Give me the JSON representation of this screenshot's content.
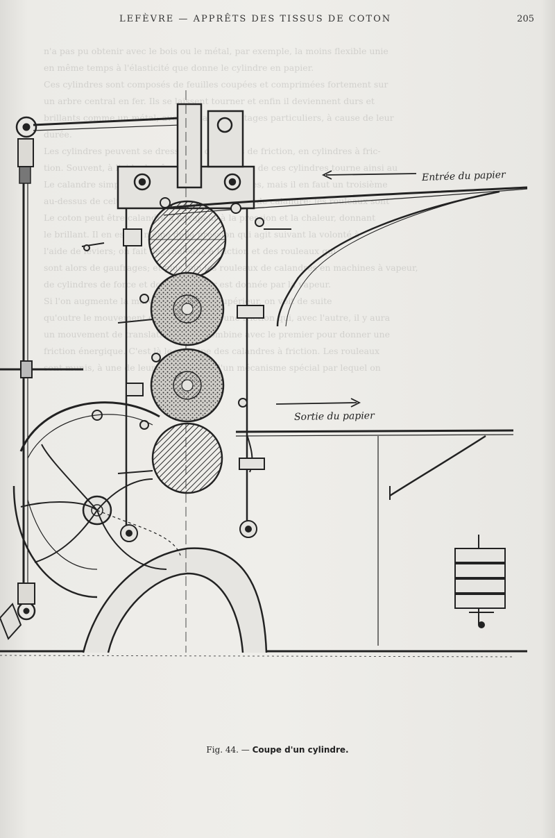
{
  "running_head": {
    "title": "LEFÈVRE — APPRÊTS DES TISSUS DE COTON",
    "page_number": "205"
  },
  "figure": {
    "label_entree": "Entrée du papier",
    "label_sortie": "Sortie du papier",
    "caption_number": "Fig. 44. —",
    "caption_title": "Coupe d'un cylindre."
  },
  "bleed_through": [
    "n'a pas pu obtenir avec le bois ou le métal, par exemple, la moins flexible unie",
    "en même temps à l'élasticité que donne le cylindre en papier.",
    "Ces cylindres sont composés de feuilles coupées et comprimées fortement sur",
    "un arbre central en fer. Ils se laissent tourner et enfin il deviennent durs et",
    "brillants comme un métal; avec certains avantages particuliers, à cause de leur",
    "durée.",
    "Les cylindres peuvent se dresser en cylindres de friction, en cylindres à fric-",
    "tion. Souvent, à l'aide de cônes d'engrenage, un de ces cylindres tourne ainsi au",
    "Le calandre simple se compose de deux cylindres, mais il en faut un troisième",
    "au-dessus de celui que l'on désigne sous le nom de calandre; les rouleaux sont",
    "Le coton peut être calandré à la vapeur à la pression et la chaleur, donnant",
    "le brillant. Il en est de même de la pression qui agit suivant la volonté à",
    "l'aide de leviers; on fait des rouleaux à friction et des rouleaux qui",
    "sont alors de gaufrages; et plus loin les rouleaux de calandres en machines à vapeur,",
    "de cylindres de force et dont la chaleur est donnée par la vapeur.",
    "Si l'on augmente la marche du rouleau supérieur, on voit de suite",
    "qu'outre le mouvement de rotation il y a une friction qui, avec l'autre, il y aura",
    "un mouvement de translation qui se combine avec le premier pour donner une",
    "friction énergique. C'est là le principe des calandres à friction. Les rouleaux",
    "sont munis, à une de leurs extrémités, d'un mécanisme spécial par lequel on"
  ]
}
